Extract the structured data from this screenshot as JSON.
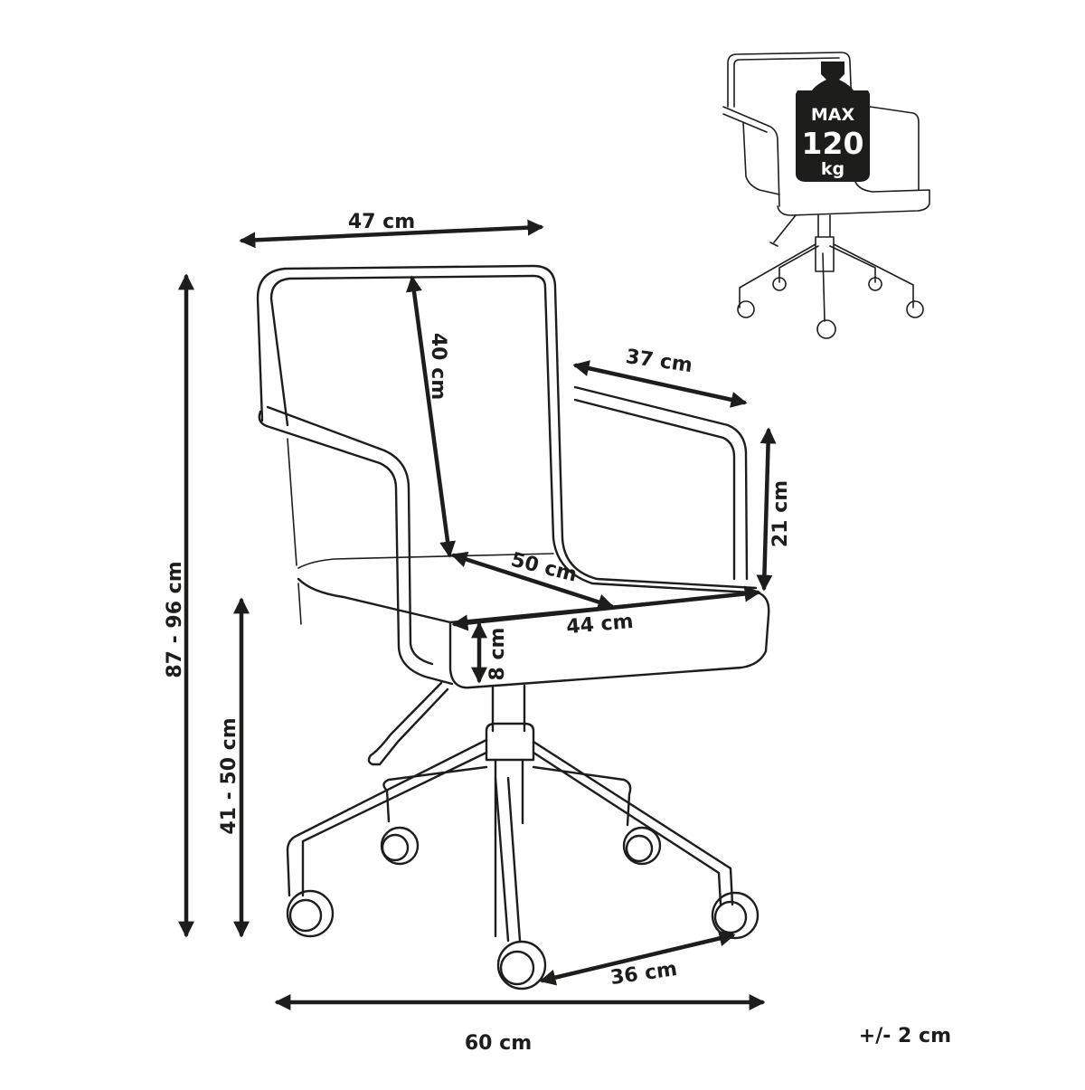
{
  "dimensions": {
    "width_top": "47 cm",
    "backrest_height": "40 cm",
    "armrest_depth": "37 cm",
    "armrest_height": "21 cm",
    "seat_depth": "50 cm",
    "seat_width": "44 cm",
    "seat_thickness": "8 cm",
    "total_height": "87 - 96 cm",
    "seat_height": "41 - 50 cm",
    "caster_spacing": "36 cm",
    "base_width": "60 cm"
  },
  "tolerance": "+/- 2 cm",
  "max_load": {
    "line1": "MAX",
    "line2": "120",
    "line3": "kg"
  }
}
